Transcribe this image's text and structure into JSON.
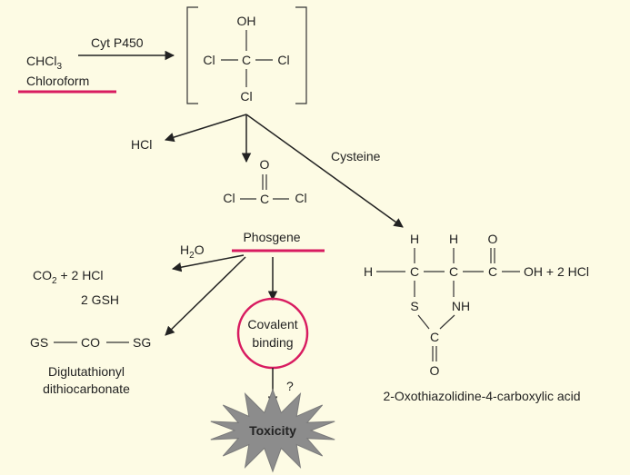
{
  "colors": {
    "background": "#fdfbe4",
    "highlight": "#d81b60",
    "burst": "#8c8c8c",
    "text": "#222222"
  },
  "chloroform": {
    "formula": "CHCl",
    "subscript": "3",
    "name": "Chloroform"
  },
  "cyp450": "Cyt P450",
  "intermediate": {
    "oh": "OH",
    "cl_left": "Cl",
    "c": "C",
    "cl_right": "Cl",
    "cl_bottom": "Cl"
  },
  "hcl_left": "HCl",
  "cysteine": "Cysteine",
  "phosgene_structure": {
    "o": "O",
    "cl_left": "Cl",
    "c": "C",
    "cl_right": "Cl"
  },
  "phosgene": "Phosgene",
  "water": {
    "h": "H",
    "sub": "2",
    "o": "O"
  },
  "co2_line": {
    "co": "CO",
    "sub": "2",
    "rest": " + 2 HCl"
  },
  "gsh": "2 GSH",
  "gs_line": {
    "gs": "GS",
    "co": "CO",
    "sg": "SG"
  },
  "diglutathionyl": [
    "Diglutathionyl",
    "dithiocarbonate"
  ],
  "covalent": [
    "Covalent",
    "binding"
  ],
  "question": "?",
  "toxicity": "Toxicity",
  "oxo_structure": {
    "h1": "H",
    "h2": "H",
    "o_top": "O",
    "h_left": "H",
    "c1": "C",
    "c2": "C",
    "c3": "C",
    "oh_hcl": "OH + 2 HCl",
    "s": "S",
    "nh": "NH",
    "c_ring": "C",
    "o_bottom": "O"
  },
  "oxo_name": "2-Oxothiazolidine-4-carboxylic acid"
}
